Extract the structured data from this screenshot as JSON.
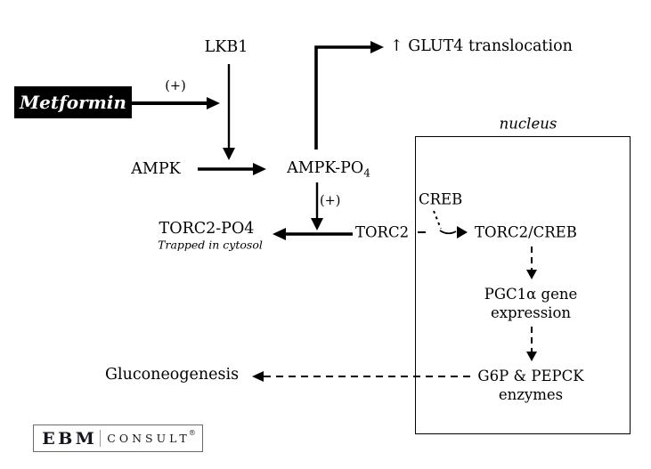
{
  "diagram": {
    "nodes": {
      "lkb1": "LKB1",
      "metformin": "Metformin",
      "plus_metformin": "(+)",
      "ampk": "AMPK",
      "ampk_po4_main": "AMPK-PO",
      "ampk_po4_sub": "4",
      "plus_ampk": "(+)",
      "glut4": "↑ GLUT4 translocation",
      "nucleus_label": "nucleus",
      "creb": "CREB",
      "torc2": "TORC2",
      "torc2_creb": "TORC2/CREB",
      "torc2_po4": "TORC2-PO4",
      "trapped_caption": "Trapped in cytosol",
      "pgc1a_line1": "PGC1α gene",
      "pgc1a_line2": "expression",
      "g6p_line1": "G6P & PEPCK",
      "g6p_line2": "enzymes",
      "gluconeogenesis": "Gluconeogenesis"
    },
    "logo": {
      "ebm": "EBM",
      "consult": "CONSULT",
      "reg": "®"
    },
    "colors": {
      "ink": "#000000",
      "metformin_bg": "#000000",
      "metformin_text": "#ffffff",
      "background": "#ffffff"
    }
  }
}
